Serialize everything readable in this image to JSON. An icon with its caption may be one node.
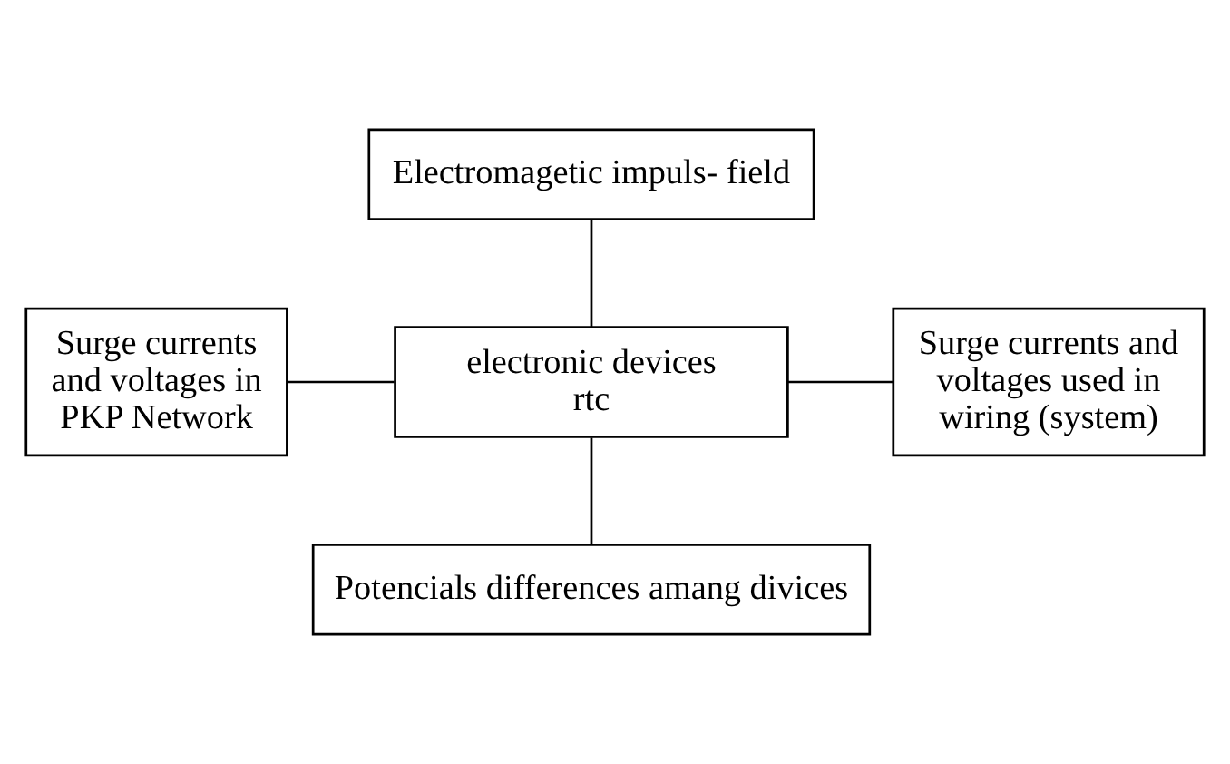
{
  "diagram": {
    "nodes": [
      {
        "text": [
          "Electromagetic impuls- field"
        ]
      },
      {
        "text": [
          "Surge currents and voltages in PKP Network"
        ]
      },
      {
        "text": [
          "electronic devices rtc"
        ]
      },
      {
        "text": [
          "Surge currents and voltages used in wiring (system)"
        ]
      },
      {
        "text": [
          "Potencials differences amang divices"
        ]
      }
    ],
    "edges": [
      {
        "from": 0,
        "to": 2,
        "arrow": "none"
      },
      {
        "from": 1,
        "to": 2,
        "arrow": "none"
      },
      {
        "from": 2,
        "to": 3,
        "arrow": "none"
      },
      {
        "from": 2,
        "to": 4,
        "arrow": "none"
      }
    ]
  }
}
